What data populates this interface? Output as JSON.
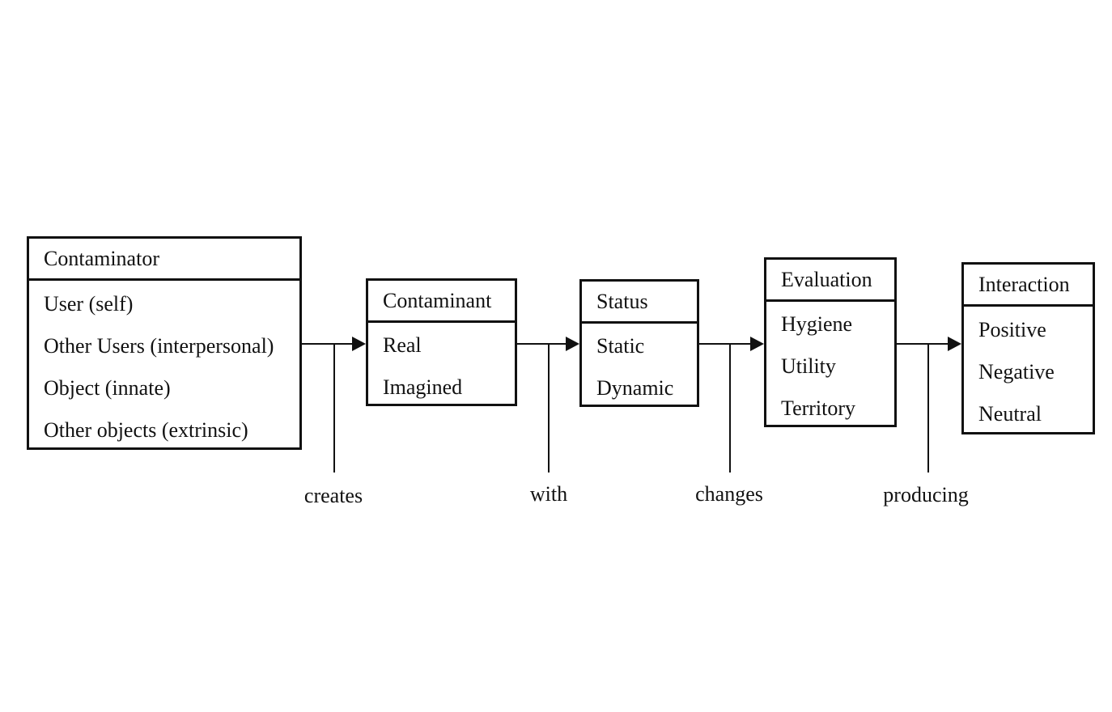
{
  "diagram": {
    "boxes": [
      {
        "title": "Contaminator",
        "items": [
          "User (self)",
          "Other Users (interpersonal)",
          "Object (innate)",
          "Other objects (extrinsic)"
        ]
      },
      {
        "title": "Contaminant",
        "items": [
          "Real",
          "Imagined"
        ]
      },
      {
        "title": "Status",
        "items": [
          "Static",
          "Dynamic"
        ]
      },
      {
        "title": "Evaluation",
        "items": [
          "Hygiene",
          "Utility",
          "Territory"
        ]
      },
      {
        "title": "Interaction",
        "items": [
          "Positive",
          "Negative",
          "Neutral"
        ]
      }
    ],
    "connector_labels": [
      "creates",
      "with",
      "changes",
      "producing"
    ],
    "colors": {
      "line": "#111111",
      "text": "#111111",
      "background": "#ffffff"
    }
  }
}
